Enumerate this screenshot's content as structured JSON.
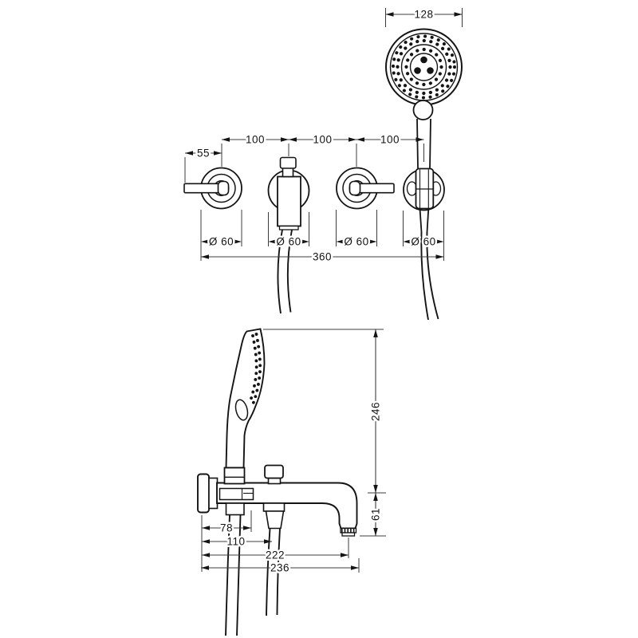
{
  "colors": {
    "ink": "#141414",
    "paper": "#ffffff"
  },
  "front_view": {
    "head_width": "128",
    "spacing_left": "100",
    "spacing_center": "100",
    "spacing_right": "100",
    "lever_length": "55",
    "escutcheon_left": "Ø 60",
    "escutcheon_diverter": "Ø 60",
    "escutcheon_right": "Ø 60",
    "escutcheon_holder": "Ø 60",
    "overall_width": "360"
  },
  "side_view": {
    "handshower_height": "246",
    "spout_drop": "61",
    "wall_to_holder": "78",
    "wall_to_hose_outlet": "110",
    "wall_to_spout_outlet": "222",
    "spout_reach": "236"
  }
}
